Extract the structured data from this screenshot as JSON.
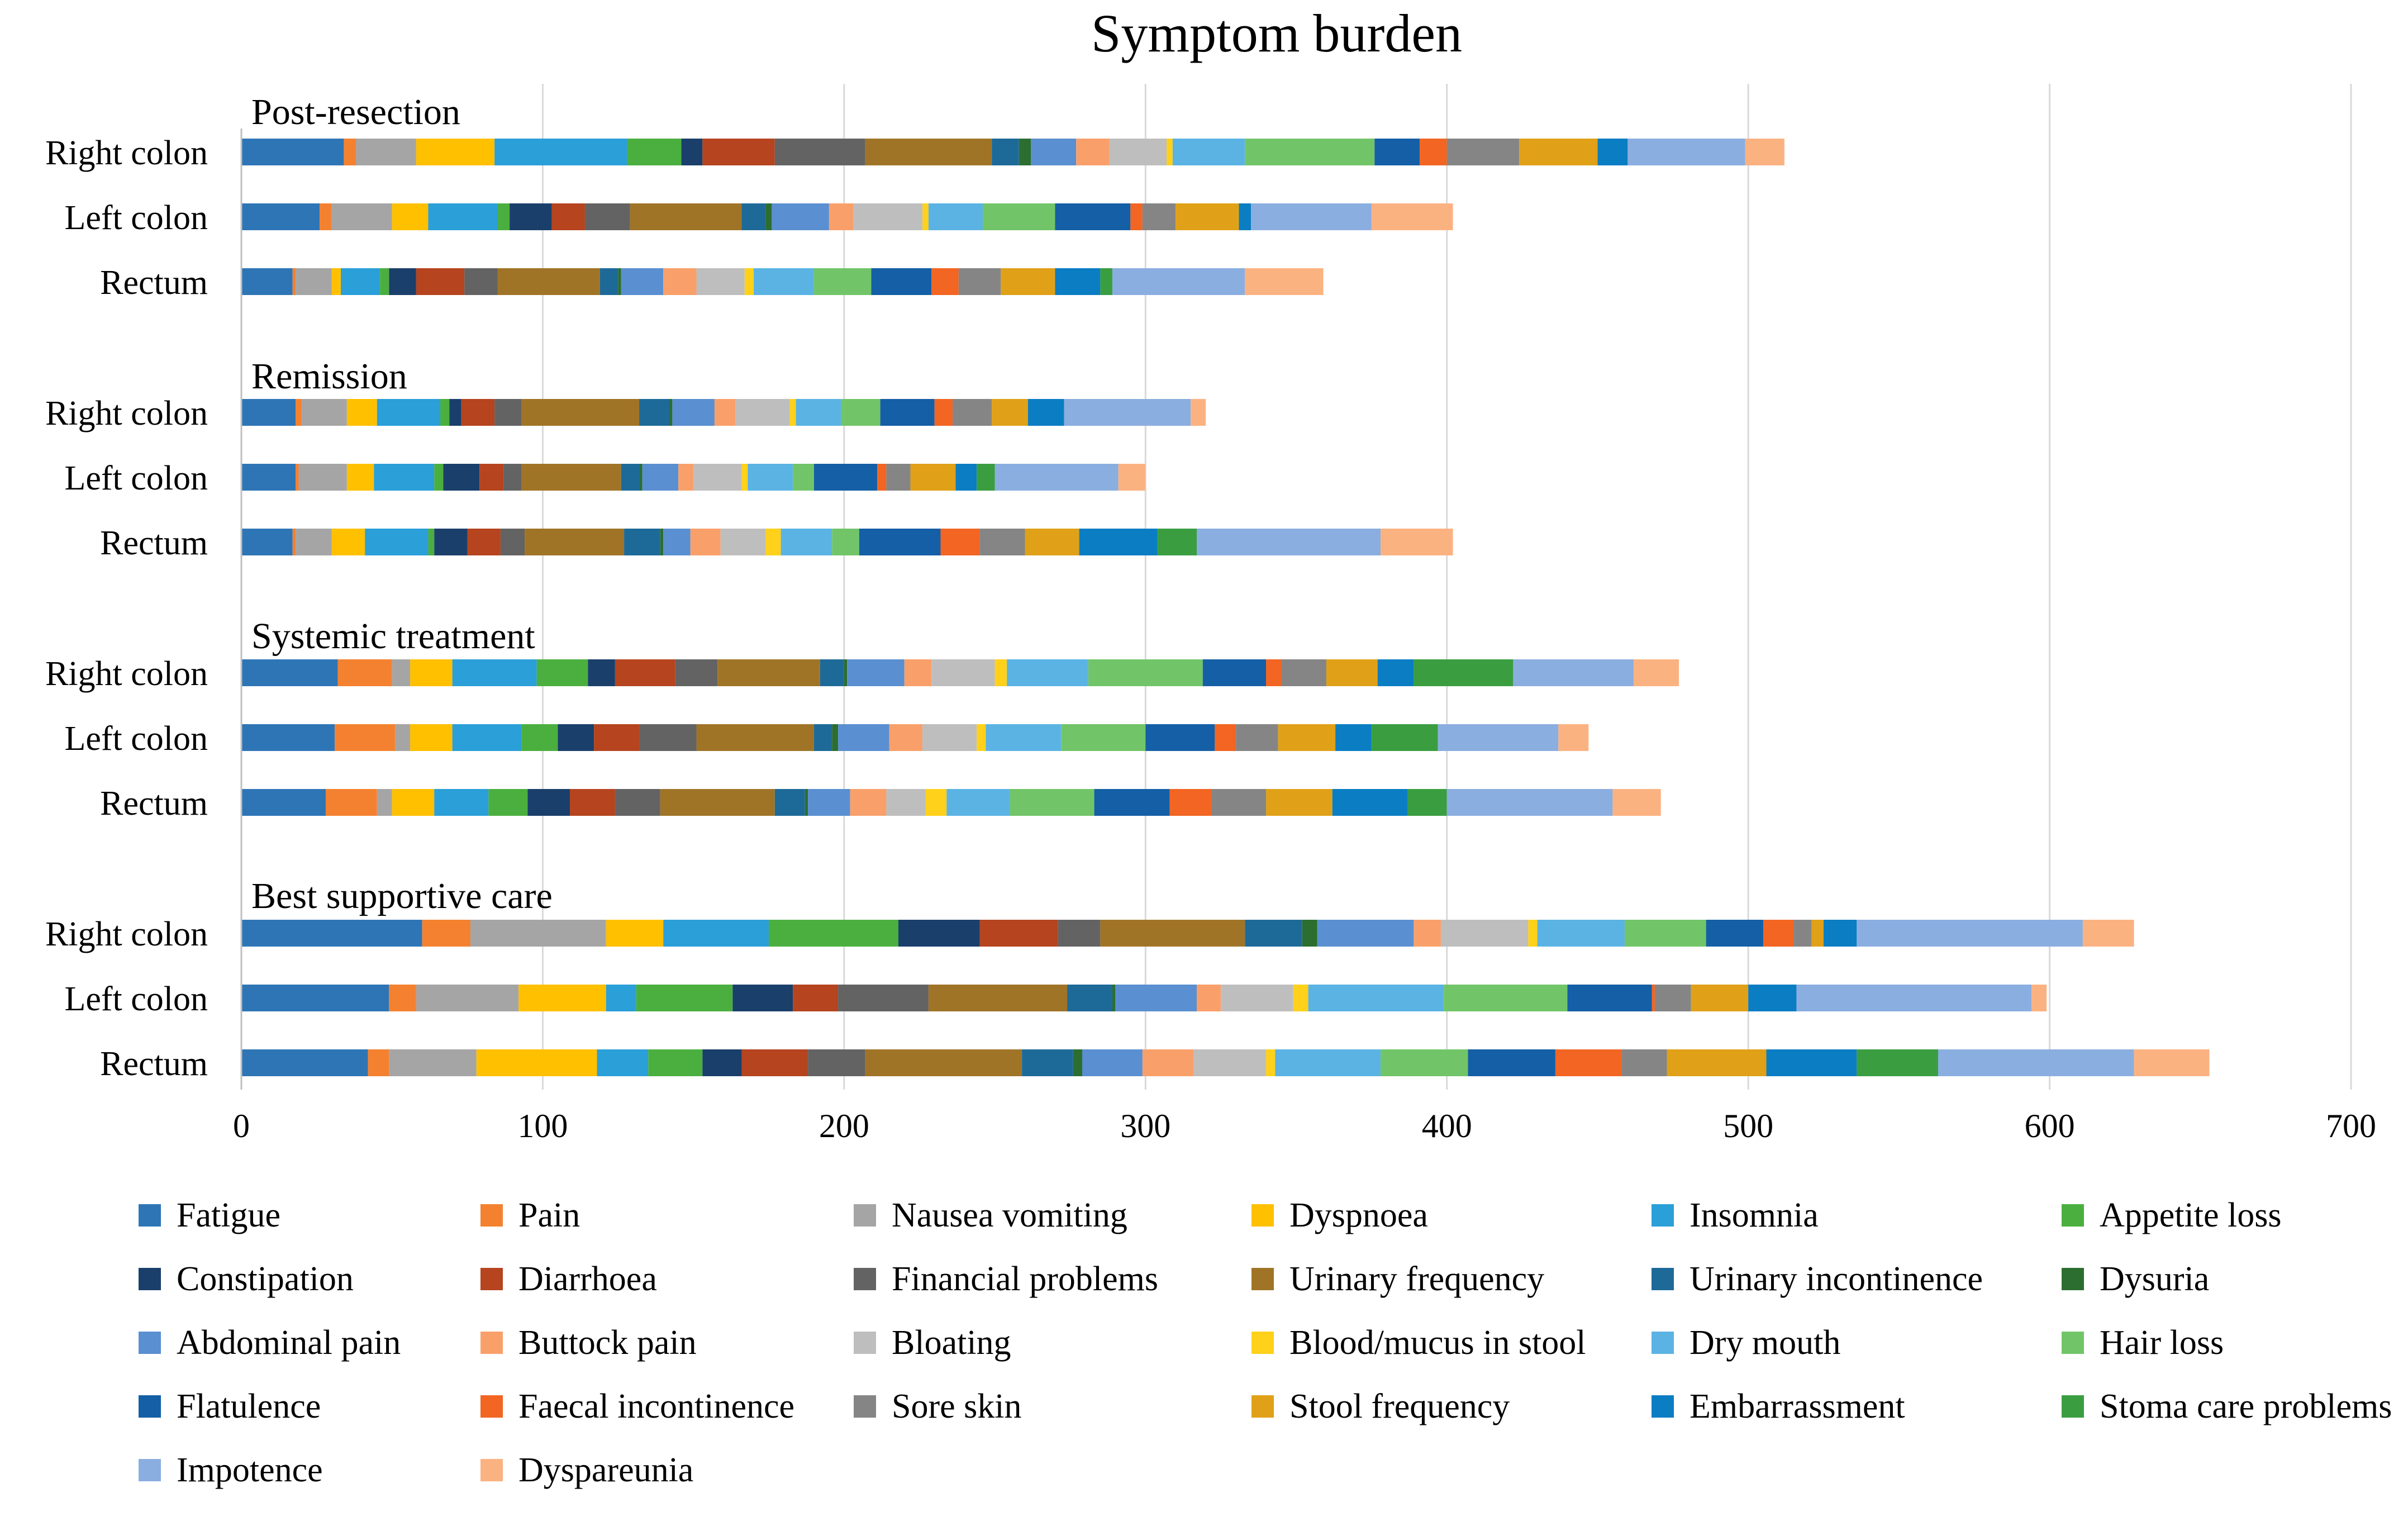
{
  "chart_data": {
    "type": "bar",
    "orientation": "horizontal",
    "stacked": true,
    "title": "Symptom burden",
    "xlabel": "",
    "ylabel": "",
    "xlim": [
      0,
      700
    ],
    "xticks": [
      0,
      100,
      200,
      300,
      400,
      500,
      600,
      700
    ],
    "grid": true,
    "legend_position": "bottom",
    "groups": [
      {
        "name": "Post-resection",
        "categories": [
          "Right colon",
          "Left colon",
          "Rectum"
        ]
      },
      {
        "name": "Remission",
        "categories": [
          "Right colon",
          "Left colon",
          "Rectum"
        ]
      },
      {
        "name": "Systemic treatment",
        "categories": [
          "Right colon",
          "Left colon",
          "Rectum"
        ]
      },
      {
        "name": "Best supportive care",
        "categories": [
          "Right colon",
          "Left colon",
          "Rectum"
        ]
      }
    ],
    "series": [
      {
        "name": "Fatigue",
        "color": "#2E75B6",
        "values": [
          34,
          26,
          17,
          18,
          18,
          17,
          32,
          31,
          28,
          60,
          49,
          42
        ]
      },
      {
        "name": "Pain",
        "color": "#F4812F",
        "values": [
          4,
          4,
          1,
          2,
          1,
          1,
          18,
          20,
          17,
          16,
          9,
          7
        ]
      },
      {
        "name": "Nausea vomiting",
        "color": "#A5A5A5",
        "values": [
          20,
          20,
          12,
          15,
          16,
          12,
          6,
          5,
          5,
          45,
          34,
          29
        ]
      },
      {
        "name": "Dyspnoea",
        "color": "#FFC000",
        "values": [
          26,
          12,
          3,
          10,
          9,
          11,
          14,
          14,
          14,
          19,
          29,
          40
        ]
      },
      {
        "name": "Insomnia",
        "color": "#2A9FD8",
        "values": [
          44,
          23,
          13,
          21,
          20,
          21,
          28,
          23,
          18,
          35,
          10,
          17
        ]
      },
      {
        "name": "Appetite loss",
        "color": "#4BAF3F",
        "values": [
          18,
          4,
          3,
          3,
          3,
          2,
          17,
          12,
          13,
          43,
          32,
          18
        ]
      },
      {
        "name": "Constipation",
        "color": "#1A3F6B",
        "values": [
          7,
          14,
          9,
          4,
          12,
          11,
          9,
          12,
          14,
          27,
          20,
          13
        ]
      },
      {
        "name": "Diarrhoea",
        "color": "#B5441F",
        "values": [
          24,
          11,
          16,
          11,
          8,
          11,
          20,
          15,
          15,
          26,
          15,
          22
        ]
      },
      {
        "name": "Financial problems",
        "color": "#636363",
        "values": [
          30,
          15,
          11,
          9,
          6,
          8,
          14,
          19,
          15,
          14,
          30,
          19
        ]
      },
      {
        "name": "Urinary frequency",
        "color": "#A07427",
        "values": [
          42,
          37,
          34,
          39,
          33,
          33,
          34,
          39,
          38,
          48,
          46,
          52
        ]
      },
      {
        "name": "Urinary incontinence",
        "color": "#1D6A99",
        "values": [
          9,
          8,
          6,
          10,
          6,
          12,
          8,
          6,
          10,
          19,
          15,
          17
        ]
      },
      {
        "name": "Dysuria",
        "color": "#2C6E2F",
        "values": [
          4,
          2,
          1,
          1,
          1,
          1,
          1,
          2,
          1,
          5,
          1,
          3
        ]
      },
      {
        "name": "Abdominal pain",
        "color": "#5A8FD1",
        "values": [
          15,
          19,
          14,
          14,
          12,
          9,
          19,
          17,
          14,
          32,
          27,
          20
        ]
      },
      {
        "name": "Buttock pain",
        "color": "#F9A06A",
        "values": [
          11,
          8,
          11,
          7,
          5,
          10,
          9,
          11,
          12,
          9,
          8,
          17
        ]
      },
      {
        "name": "Bloating",
        "color": "#BEBEBE",
        "values": [
          19,
          23,
          16,
          18,
          16,
          15,
          21,
          18,
          13,
          29,
          24,
          24
        ]
      },
      {
        "name": "Blood/mucus in stool",
        "color": "#FFD11A",
        "values": [
          2,
          2,
          3,
          2,
          2,
          5,
          4,
          3,
          7,
          3,
          5,
          3
        ]
      },
      {
        "name": "Dry mouth",
        "color": "#5BB3E4",
        "values": [
          24,
          18,
          20,
          15,
          15,
          17,
          27,
          25,
          21,
          29,
          45,
          35
        ]
      },
      {
        "name": "Hair loss",
        "color": "#71C568",
        "values": [
          43,
          24,
          19,
          13,
          7,
          9,
          38,
          28,
          28,
          27,
          41,
          29
        ]
      },
      {
        "name": "Flatulence",
        "color": "#145FA6",
        "values": [
          15,
          25,
          20,
          18,
          21,
          27,
          21,
          23,
          25,
          19,
          28,
          29
        ]
      },
      {
        "name": "Faecal incontinence",
        "color": "#F26522",
        "values": [
          9,
          4,
          9,
          6,
          3,
          13,
          5,
          7,
          14,
          10,
          1,
          22
        ]
      },
      {
        "name": "Sore skin",
        "color": "#858585",
        "values": [
          24,
          11,
          14,
          13,
          8,
          15,
          15,
          14,
          18,
          6,
          12,
          15
        ]
      },
      {
        "name": "Stool frequency",
        "color": "#E0A118",
        "values": [
          26,
          21,
          18,
          12,
          15,
          18,
          17,
          19,
          22,
          4,
          19,
          33
        ]
      },
      {
        "name": "Embarrassment",
        "color": "#0B7DC3",
        "values": [
          10,
          4,
          15,
          12,
          7,
          26,
          12,
          12,
          25,
          11,
          16,
          30
        ]
      },
      {
        "name": "Stoma care problems",
        "color": "#3A9E41",
        "values": [
          0,
          0,
          4,
          0,
          6,
          13,
          33,
          22,
          13,
          0,
          0,
          27
        ]
      },
      {
        "name": "Impotence",
        "color": "#8BAEE0",
        "values": [
          39,
          40,
          44,
          42,
          41,
          61,
          40,
          40,
          55,
          75,
          78,
          65
        ]
      },
      {
        "name": "Dyspareunia",
        "color": "#FBB281",
        "values": [
          13,
          27,
          26,
          5,
          9,
          24,
          15,
          10,
          16,
          17,
          5,
          25
        ]
      }
    ]
  }
}
